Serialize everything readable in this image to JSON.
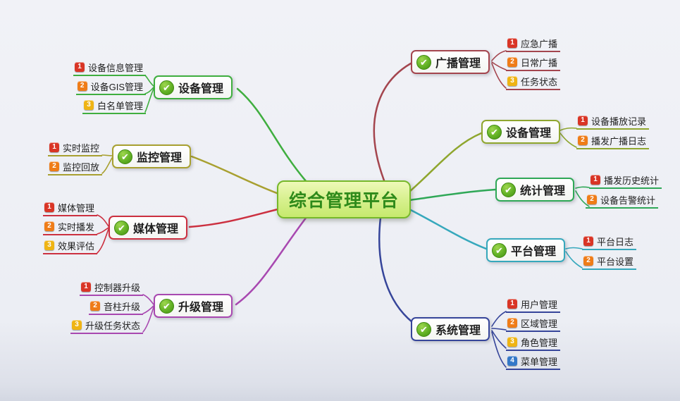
{
  "center": {
    "label": "综合管理平台",
    "text_color": "#2e8a1a",
    "border_color": "#76b82a",
    "bg_top": "#eef9b8",
    "bg_bottom": "#c6e96e"
  },
  "check_icon": {
    "glyph": "✔",
    "color": "#ffffff",
    "bg": "#56a81e"
  },
  "badge_colors": {
    "n1": "#d93526",
    "n2": "#ef7c18",
    "n3": "#efb414",
    "n4": "#3478c8"
  },
  "left_branches": [
    {
      "label": "设备管理",
      "color": "#3fae3f",
      "items": [
        {
          "num": "1",
          "label": "设备信息管理"
        },
        {
          "num": "2",
          "label": "设备GIS管理"
        },
        {
          "num": "3",
          "label": "白名单管理"
        }
      ]
    },
    {
      "label": "监控管理",
      "color": "#a8a030",
      "items": [
        {
          "num": "1",
          "label": "实时监控"
        },
        {
          "num": "2",
          "label": "监控回放"
        }
      ]
    },
    {
      "label": "媒体管理",
      "color": "#cc3040",
      "items": [
        {
          "num": "1",
          "label": "媒体管理"
        },
        {
          "num": "2",
          "label": "实时播发"
        },
        {
          "num": "3",
          "label": "效果评估"
        }
      ]
    },
    {
      "label": "升级管理",
      "color": "#a848b0",
      "items": [
        {
          "num": "1",
          "label": "控制器升级"
        },
        {
          "num": "2",
          "label": "音柱升级"
        },
        {
          "num": "3",
          "label": "升级任务状态"
        }
      ]
    }
  ],
  "right_branches": [
    {
      "label": "广播管理",
      "color": "#a4454e",
      "items": [
        {
          "num": "1",
          "label": "应急广播"
        },
        {
          "num": "2",
          "label": "日常广播"
        },
        {
          "num": "3",
          "label": "任务状态"
        }
      ]
    },
    {
      "label": "设备管理",
      "color": "#8fa62e",
      "items": [
        {
          "num": "1",
          "label": "设备播放记录"
        },
        {
          "num": "2",
          "label": "播发广播日志"
        }
      ]
    },
    {
      "label": "统计管理",
      "color": "#2fa857",
      "items": [
        {
          "num": "1",
          "label": "播发历史统计"
        },
        {
          "num": "2",
          "label": "设备告警统计"
        }
      ]
    },
    {
      "label": "平台管理",
      "color": "#36a8bc",
      "items": [
        {
          "num": "1",
          "label": "平台日志"
        },
        {
          "num": "2",
          "label": "平台设置"
        }
      ]
    },
    {
      "label": "系统管理",
      "color": "#36459a",
      "items": [
        {
          "num": "1",
          "label": "用户管理"
        },
        {
          "num": "2",
          "label": "区域管理"
        },
        {
          "num": "3",
          "label": "角色管理"
        },
        {
          "num": "4",
          "label": "菜单管理"
        }
      ]
    }
  ]
}
